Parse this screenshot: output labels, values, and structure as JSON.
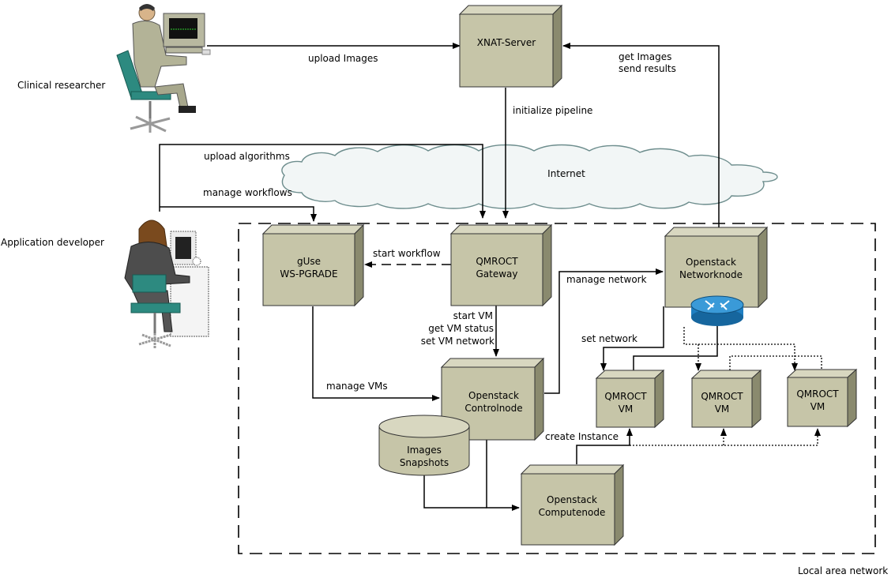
{
  "actors": {
    "clinical_researcher": "Clinical researcher",
    "application_developer": "Application developer"
  },
  "nodes": {
    "xnat_server": [
      "XNAT-Server"
    ],
    "guse": [
      "gUse",
      "WS-PGRADE"
    ],
    "gateway": [
      "QMROCT",
      "Gateway"
    ],
    "networknode": [
      "Openstack",
      "Networknode"
    ],
    "controlnode": [
      "Openstack",
      "Controlnode"
    ],
    "computenode": [
      "Openstack",
      "Computenode"
    ],
    "vm1": [
      "QMROCT",
      "VM"
    ],
    "vm2": [
      "QMROCT",
      "VM"
    ],
    "vm3": [
      "QMROCT",
      "VM"
    ],
    "images_db": [
      "Images",
      "Snapshots"
    ],
    "internet": "Internet"
  },
  "edges": {
    "upload_images": "upload Images",
    "get_images": [
      "get Images",
      "send results"
    ],
    "initialize_pipeline": "initialize pipeline",
    "upload_algorithms": "upload algorithms",
    "manage_workflows": "manage workflows",
    "start_workflow": "start workflow",
    "manage_network": "manage network",
    "vm_ops": [
      "start VM",
      "get VM status",
      "set VM network"
    ],
    "set_network": "set network",
    "manage_vms": "manage VMs",
    "create_instance": "create Instance"
  },
  "region_label": "Local area network",
  "colors": {
    "box_front": "#c6c5a8",
    "box_side": "#8a8a6e",
    "box_top": "#d8d7c0",
    "cloud_fill": "#f2f6f6",
    "cloud_stroke": "#6d8d8d",
    "router": "#1f7fc2"
  }
}
